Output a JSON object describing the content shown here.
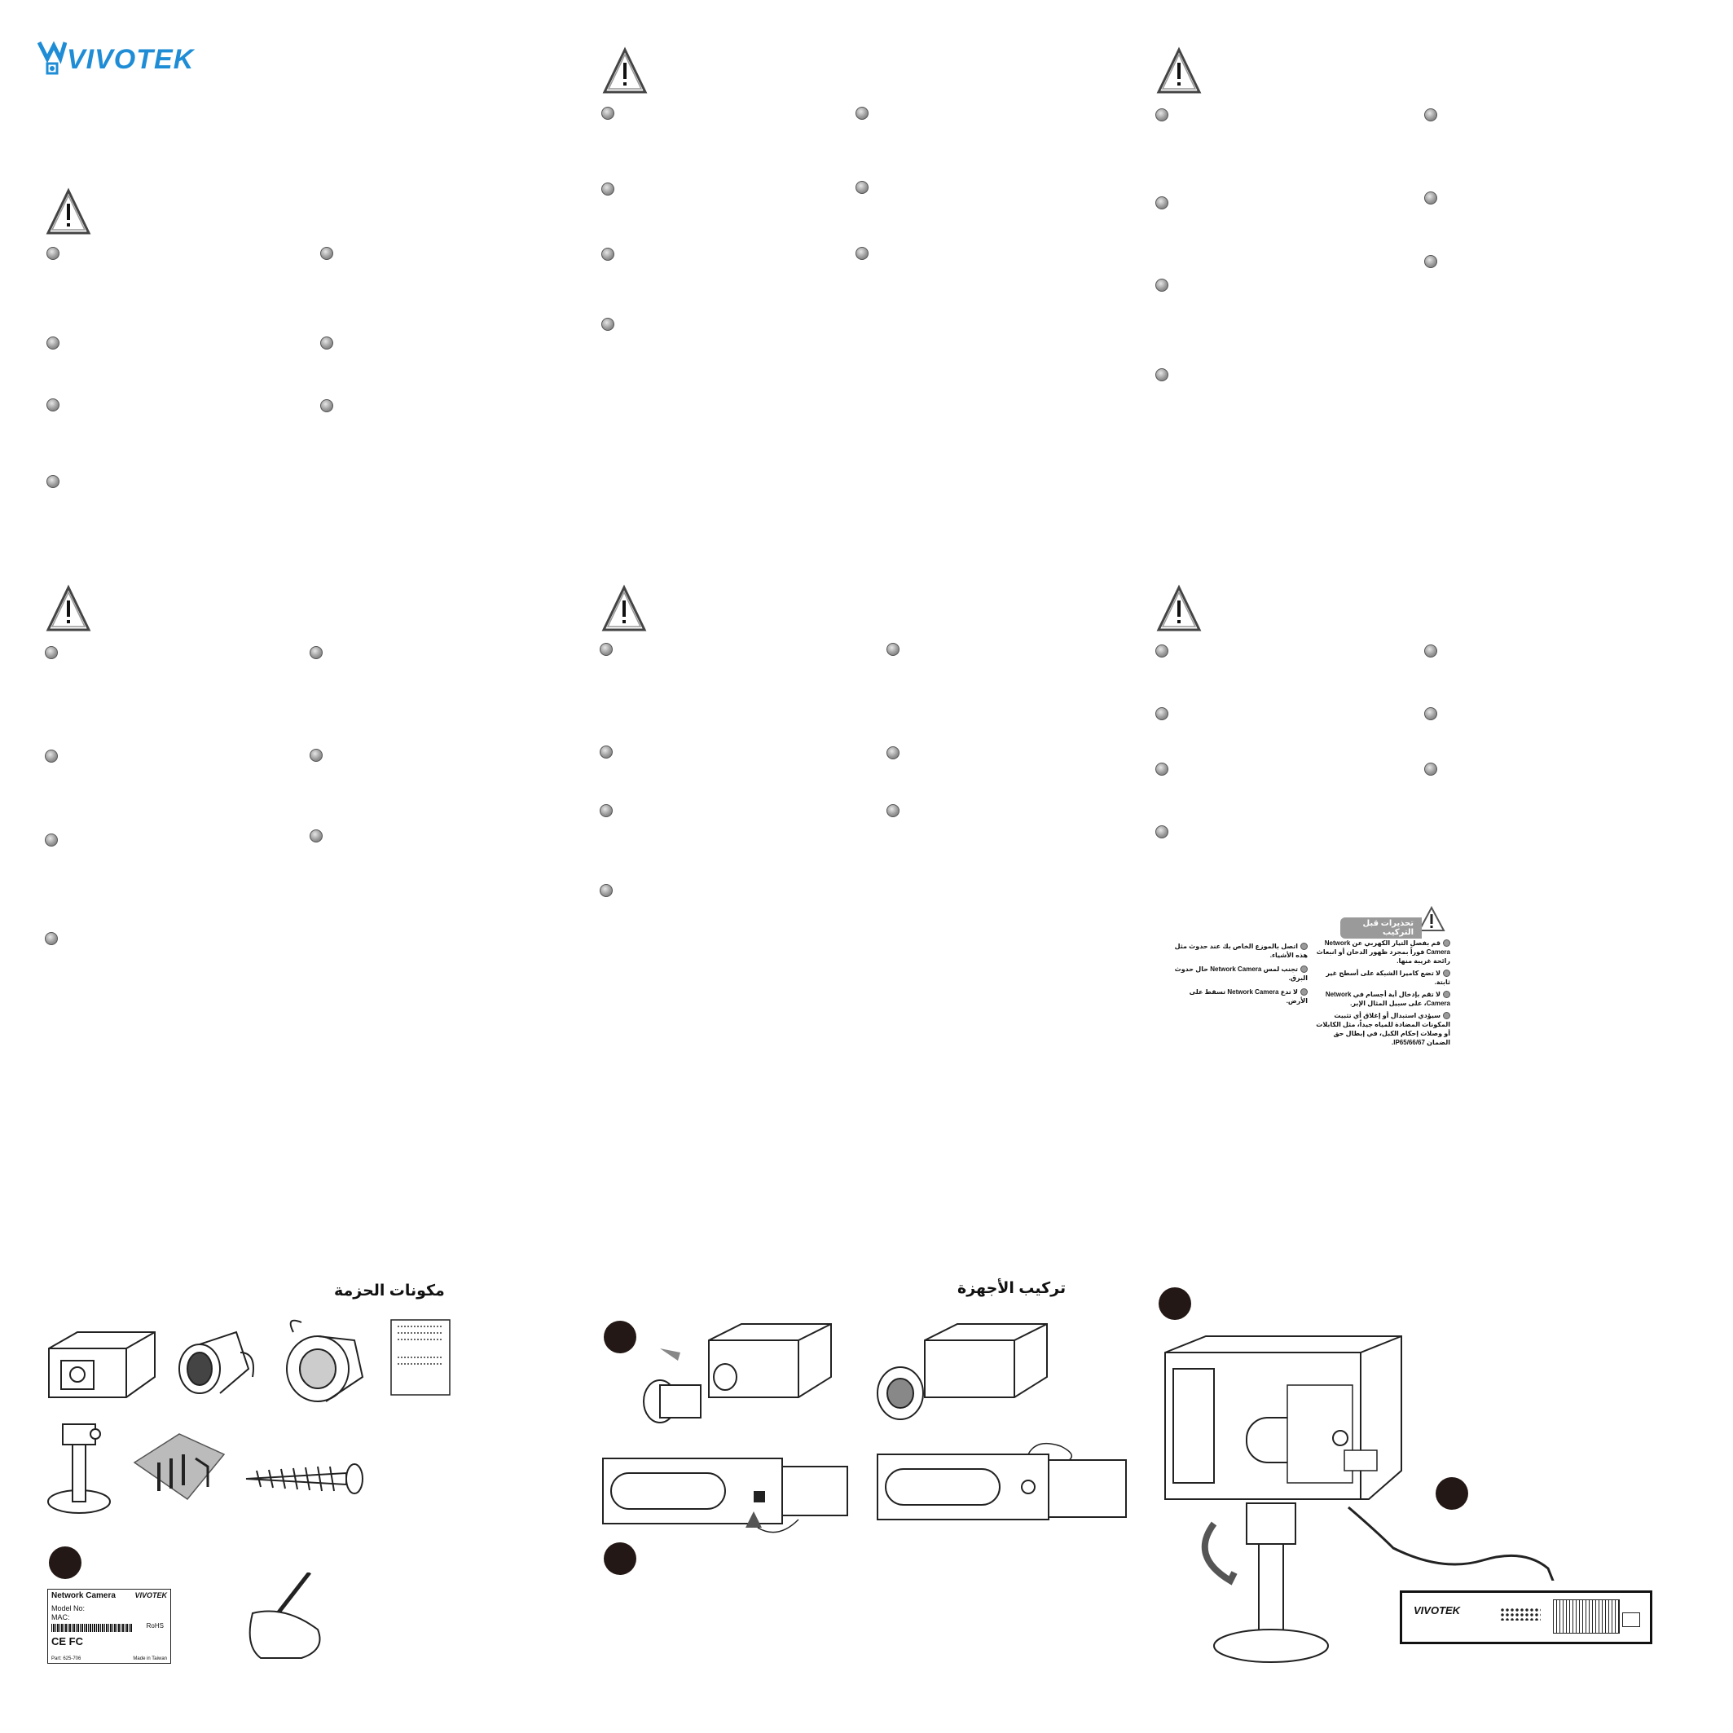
{
  "brand": {
    "name": "VIVOTEK",
    "color": "#1f8dd6"
  },
  "pre_install_warnings": {
    "title": "تحذيرات قبل التركيب",
    "right_items": [
      "قم بفصل التيار الكهربي عن Network Camera فوراً بمجرد ظهور الدخان أو انبعاث رائحة غريبة منها.",
      "لا تضع كاميرا الشبكة على أسطح غير ثابتة.",
      "لا تقم بإدخال أية أجسام في Network Camera، على سبيل المثال الإبر.",
      "سيؤدي استبدال أو إغلاق أي تثبيت المكونات المضادة للمياه جيداً، مثل الكابلات أو وصلات إحكام الكبل، في إبطال حق الضمان IP65/66/67."
    ],
    "left_items": [
      "اتصل بالموزع الخاص بك عند حدوث مثل هذه الأشياء.",
      "تجنب لمس Network Camera حال حدوث البرق.",
      "لا تدع Network Camera تسقط على الأرض."
    ]
  },
  "package_contents": {
    "title": "مكونات الحزمة"
  },
  "hardware_install": {
    "title": "تركيب الأجهزة"
  },
  "label": {
    "product": "Network Camera",
    "brand": "VIVOTEK",
    "model": "Model No:",
    "mac": "MAC:",
    "rohs": "RoHS",
    "marks": "CE FC",
    "part": "Part: 625-706",
    "origin": "Made in Taiwan"
  },
  "switch": {
    "brand": "VIVOTEK"
  },
  "icons": [
    "vivotek-logo-icon",
    "warning-triangle-icon",
    "bullet-dot-icon",
    "step-number-icon"
  ]
}
